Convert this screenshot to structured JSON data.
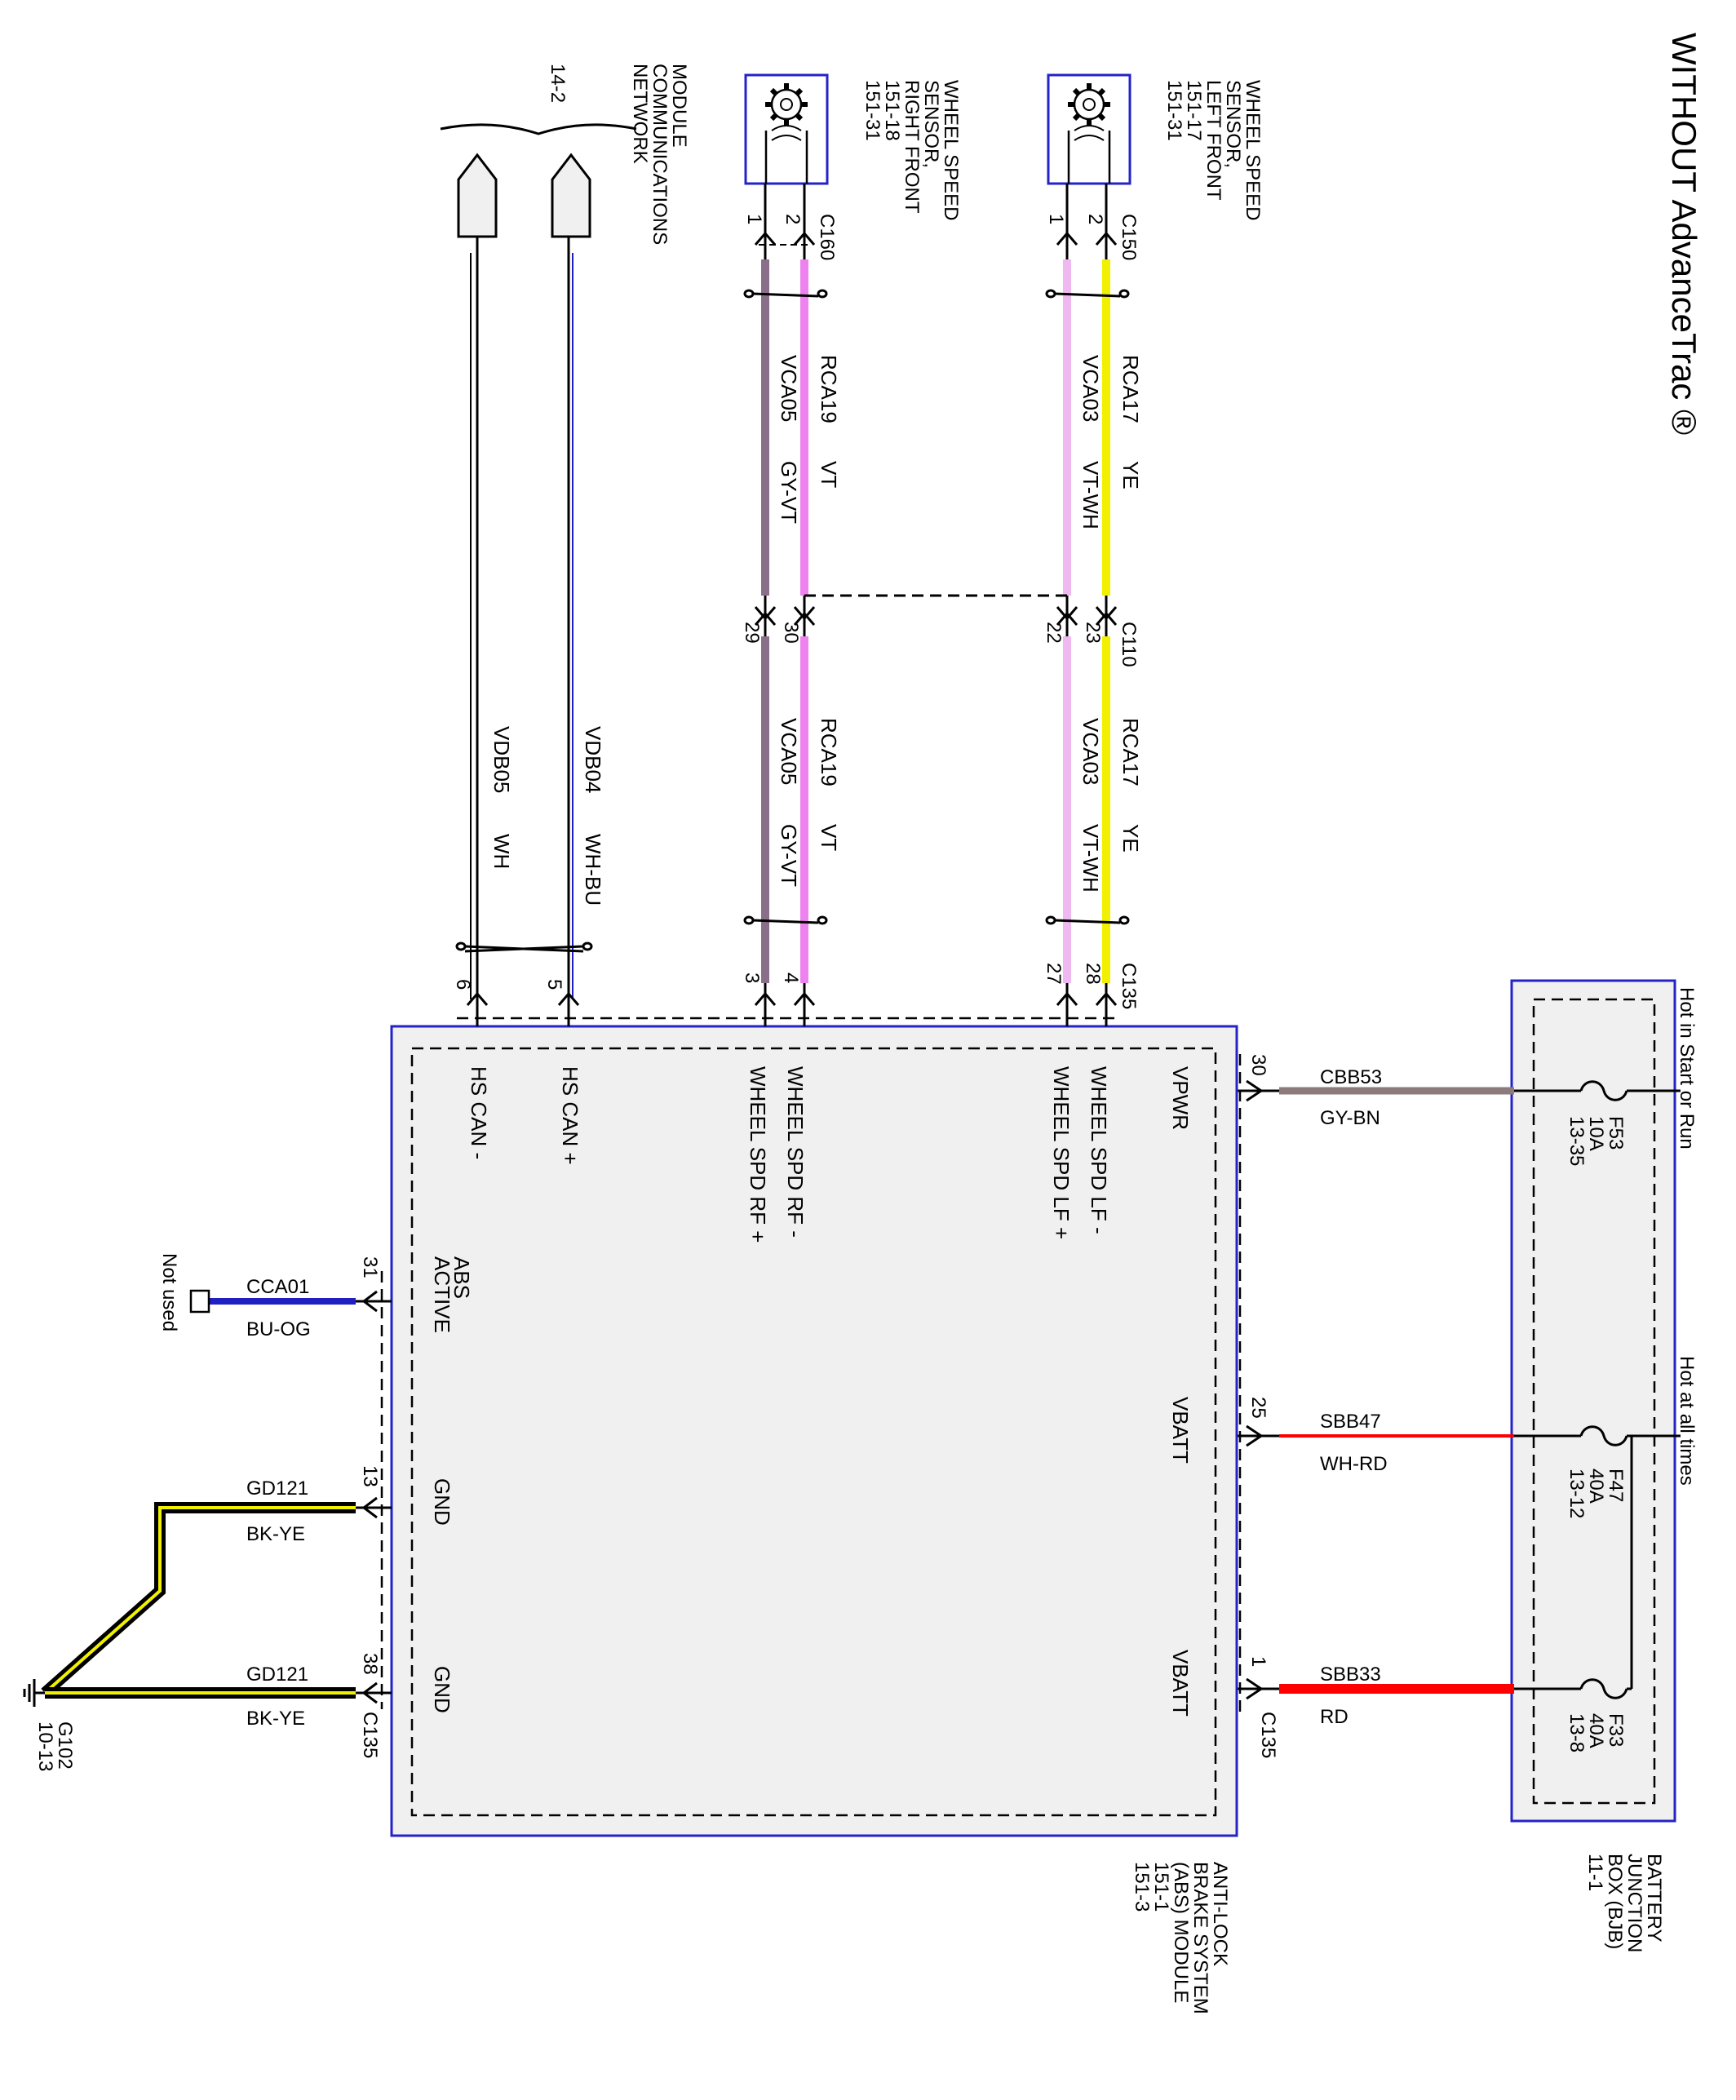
{
  "title": "WITHOUT AdvanceTrac ®",
  "bjb": {
    "label": [
      "BATTERY",
      "JUNCTION",
      "BOX (BJB)",
      "11-1"
    ],
    "hot_start_run": "Hot in Start or Run",
    "hot_all_times": "Hot at all times",
    "fuses": [
      {
        "name": "F53",
        "amp": "10A",
        "ref": "13-35"
      },
      {
        "name": "F47",
        "amp": "40A",
        "ref": "13-12"
      },
      {
        "name": "F33",
        "amp": "40A",
        "ref": "13-8"
      }
    ]
  },
  "abs": {
    "label": [
      "ANTI-LOCK",
      "BRAKE SYSTEM",
      "(ABS) MODULE",
      "151-1",
      "151-3"
    ],
    "pins": {
      "vpwr": "VPWR",
      "vbatt1": "VBATT",
      "vbatt2": "VBATT",
      "lf_minus": "WHEEL SPD LF -",
      "lf_plus": "WHEEL SPD LF +",
      "rf_minus": "WHEEL SPD RF -",
      "rf_plus": "WHEEL SPD RF +",
      "can_plus": "HS CAN +",
      "can_minus": "HS CAN -",
      "abs_active": [
        "ABS",
        "ACTIVE"
      ],
      "gnd1": "GND",
      "gnd2": "GND"
    }
  },
  "power_wires": [
    {
      "pin": "30",
      "circuit": "CBB53",
      "color": "GY-BN"
    },
    {
      "pin": "25",
      "circuit": "SBB47",
      "color": "WH-RD"
    },
    {
      "pin": "1",
      "circuit": "SBB33",
      "color": "RD"
    }
  ],
  "connectors": {
    "c135": "C135",
    "c110": "C110",
    "c150": "C150",
    "c160": "C160"
  },
  "sensor_lf": {
    "label": [
      "WHEEL SPEED",
      "SENSOR,",
      "LEFT FRONT",
      "151-17",
      "151-31"
    ],
    "pins": {
      "c150_1": "1",
      "c150_2": "2",
      "c110_22": "22",
      "c110_23": "23",
      "c135_27": "27",
      "c135_28": "28"
    },
    "wires": [
      {
        "circuit": "RCA17",
        "color": "YE"
      },
      {
        "circuit": "VCA03",
        "color": "VT-WH"
      }
    ]
  },
  "sensor_rf": {
    "label": [
      "WHEEL SPEED",
      "SENSOR,",
      "RIGHT FRONT",
      "151-18",
      "151-31"
    ],
    "pins": {
      "c160_1": "1",
      "c160_2": "2",
      "c110_29": "29",
      "c110_30": "30",
      "c135_3": "3",
      "c135_4": "4"
    },
    "wires": [
      {
        "circuit": "RCA19",
        "color": "VT"
      },
      {
        "circuit": "VCA05",
        "color": "GY-VT"
      }
    ]
  },
  "network": {
    "label": [
      "MODULE",
      "COMMUNICATIONS",
      "NETWORK"
    ],
    "ref": "14-2",
    "pins": {
      "p5": "5",
      "p6": "6"
    },
    "wires": [
      {
        "circuit": "VDB04",
        "color": "WH-BU"
      },
      {
        "circuit": "VDB05",
        "color": "WH"
      }
    ]
  },
  "left_wires": [
    {
      "pin": "31",
      "circuit": "CCA01",
      "color": "BU-OG",
      "note": "Not used"
    },
    {
      "pin": "13",
      "circuit": "GD121",
      "color": "BK-YE"
    },
    {
      "pin": "38",
      "circuit": "GD121",
      "color": "BK-YE",
      "connector": "C135"
    }
  ],
  "ground": {
    "name": "G102",
    "ref": "10-13"
  },
  "colors": {
    "module_border": "#2323c8",
    "module_fill": "#f0f0f0",
    "yellow": "#f0f000",
    "violet": "#ee82ee",
    "violet_white": "#f0b8f0",
    "gray_violet": "#8a6f8a",
    "gray_brown": "#8c7b7b",
    "red": "#ff0000",
    "blue": "#2020c0"
  }
}
